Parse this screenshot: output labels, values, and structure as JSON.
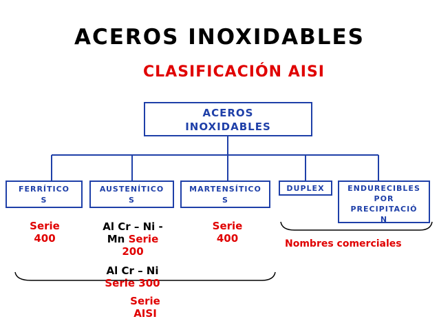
{
  "title": "ACEROS INOXIDABLES",
  "subtitle": "CLASIFICACIÓN AISI",
  "root": {
    "line1": "ACEROS",
    "line2": "INOXIDABLES"
  },
  "children": {
    "ferriticos": {
      "line1": "FERRÍTICO",
      "line2": "S"
    },
    "austeniticos": {
      "line1": "AUSTENÍTICO",
      "line2": "S"
    },
    "martensiticos": {
      "line1": "MARTENSÍTICO",
      "line2": "S"
    },
    "duplex": {
      "line1": "DUPLEX"
    },
    "endurecibles": {
      "line1": "ENDURECIBLES",
      "line2": "POR",
      "line3": "PRECIPITACIÓ",
      "line4": "N"
    }
  },
  "labels": {
    "ferritico_serie": {
      "line1": "Serie",
      "line2": "400"
    },
    "austenitico_a": {
      "part1": "Al Cr – Ni -",
      "part2": "Mn",
      "part3": "Serie",
      "part4": "200"
    },
    "martensitico_serie": {
      "line1": "Serie",
      "line2": "400"
    },
    "austenitico_b": {
      "part1": "Al Cr – Ni",
      "part2": "Serie 300"
    },
    "serie_aisi": {
      "line1": "Serie",
      "line2": "AISI"
    },
    "nombres_comerciales": "Nombres comerciales"
  },
  "colors": {
    "box_border": "#1e3fa8",
    "box_text": "#1e3fa8",
    "accent_red": "#e00000",
    "text_black": "#000000"
  }
}
